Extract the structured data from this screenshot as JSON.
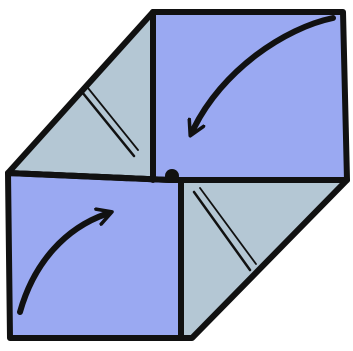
{
  "diagram": {
    "kind": "origami-fold-step",
    "colors": {
      "blue_face": "#9aa9f2",
      "gray_flap": "#b4c7d4",
      "outline": "#111111",
      "background": "#ffffff"
    },
    "regions": [
      {
        "name": "top-right-square",
        "fill": "blue_face"
      },
      {
        "name": "bottom-left-square",
        "fill": "blue_face"
      },
      {
        "name": "top-left-flap",
        "fill": "gray_flap"
      },
      {
        "name": "bottom-right-flap",
        "fill": "gray_flap"
      }
    ],
    "arrows": [
      {
        "name": "fold-arrow-top",
        "direction": "down-left"
      },
      {
        "name": "fold-arrow-bottom",
        "direction": "up-right"
      }
    ],
    "markers": [
      {
        "name": "center-point-dot"
      }
    ]
  }
}
